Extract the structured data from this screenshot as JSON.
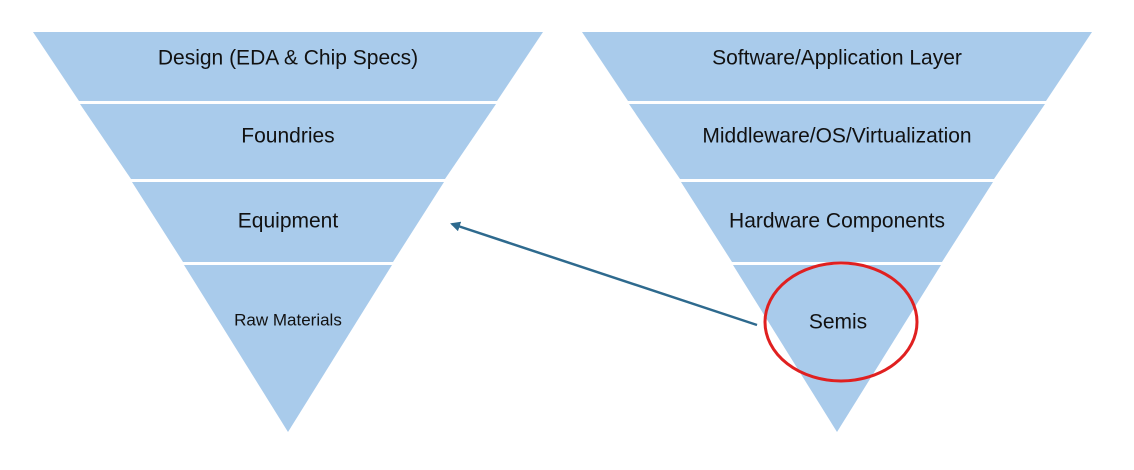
{
  "colors": {
    "segment_fill": "#a9cbeb",
    "arrow": "#2e6a8e",
    "highlight_ring": "#e02020"
  },
  "left_funnel": {
    "layers": [
      "Design (EDA & Chip Specs)",
      "Foundries",
      "Equipment",
      "Raw Materials"
    ]
  },
  "right_funnel": {
    "layers": [
      "Software/Application Layer",
      "Middleware/OS/Virtualization",
      "Hardware Components",
      "Semis"
    ],
    "highlighted_layer": "Semis"
  },
  "connector": {
    "from": "Semis",
    "to": "Equipment",
    "icon": "arrow-left-icon"
  }
}
